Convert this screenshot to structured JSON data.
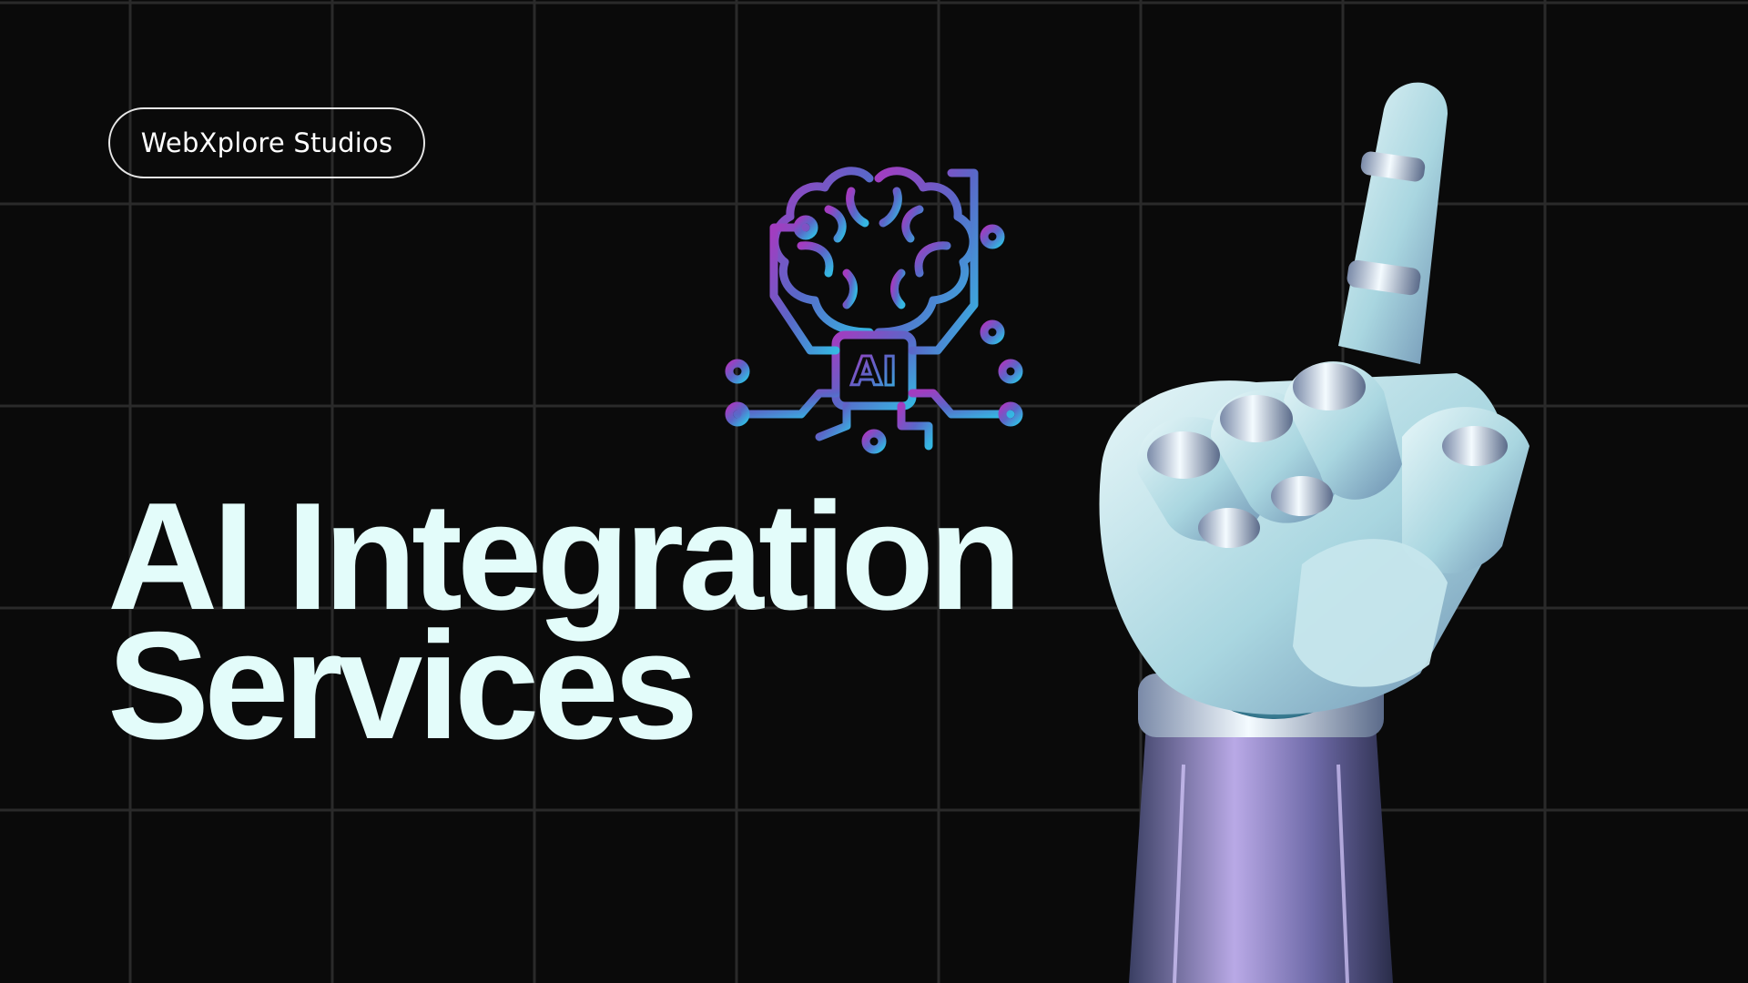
{
  "brand": {
    "name": "WebXplore Studios"
  },
  "headline": {
    "line1": "AI Integration",
    "line2": "Services"
  },
  "ai_icon": {
    "chip_label": "AI",
    "icon": "ai-brain-circuit-icon",
    "gradient_start": "#9b3fc0",
    "gradient_mid": "#5a67c8",
    "gradient_end": "#3fb3e0"
  },
  "illustration": {
    "icon": "robot-hand-pointing-icon"
  },
  "colors": {
    "background": "#0a0a0a",
    "grid_line": "#2a2a2a",
    "headline": "#e3fcfa",
    "brand_text": "#ffffff"
  }
}
